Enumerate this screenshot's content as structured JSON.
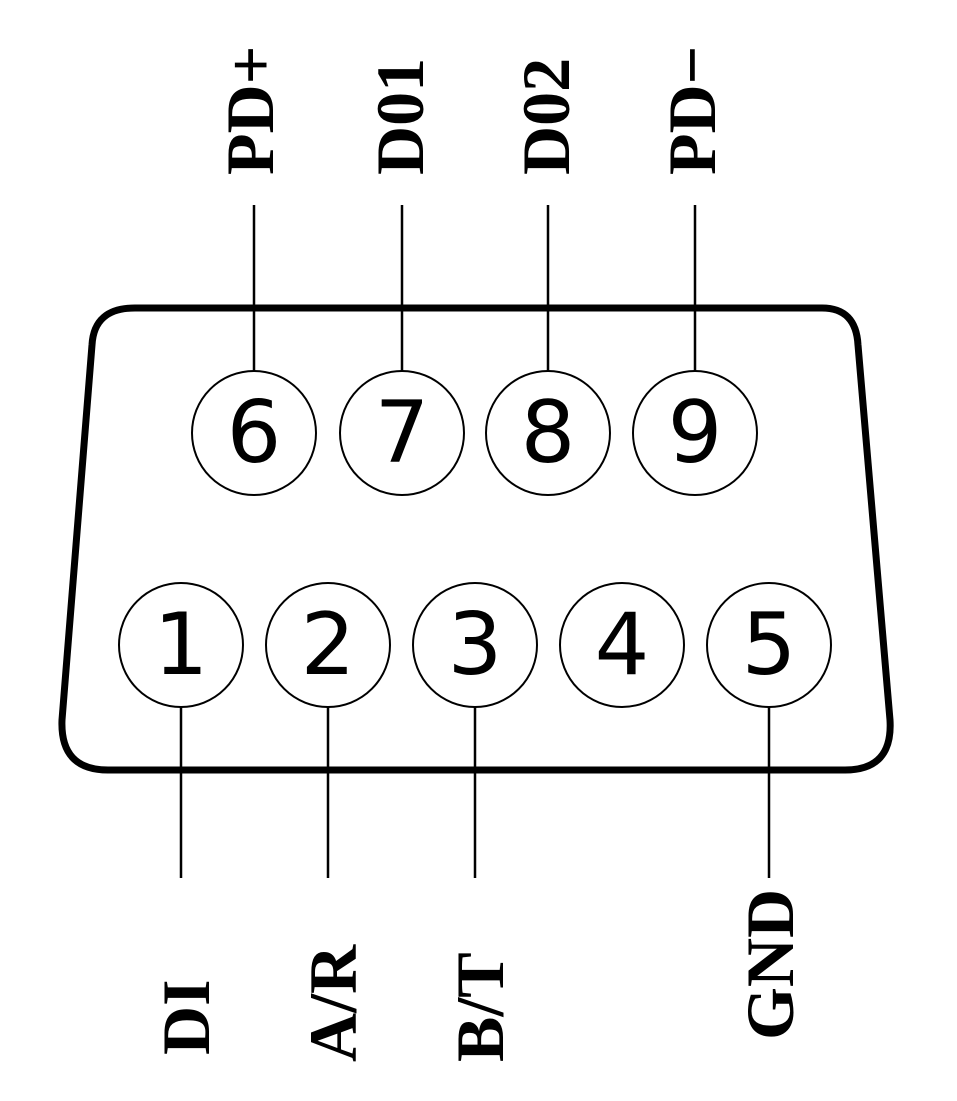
{
  "connector": {
    "name": "DB9",
    "colors": {
      "stroke": "#000000",
      "background": "#ffffff"
    }
  },
  "pins": [
    {
      "number": "1",
      "signal": "DI"
    },
    {
      "number": "2",
      "signal": "A/R"
    },
    {
      "number": "3",
      "signal": "B/T"
    },
    {
      "number": "4",
      "signal": ""
    },
    {
      "number": "5",
      "signal": "GND"
    },
    {
      "number": "6",
      "signal": "PD+"
    },
    {
      "number": "7",
      "signal": "D01"
    },
    {
      "number": "8",
      "signal": "D02"
    },
    {
      "number": "9",
      "signal": "PD−"
    }
  ]
}
